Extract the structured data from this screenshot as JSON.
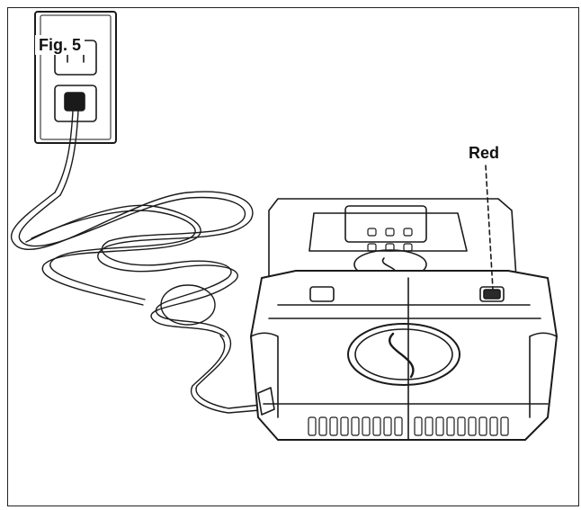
{
  "figure": {
    "label": "Fig. 5",
    "callout": "Red"
  },
  "colors": {
    "line": "#1a1a1a",
    "indicator": "#2a2a2a",
    "background": "#ffffff"
  },
  "icons": [
    "wall-outlet-icon",
    "power-cord",
    "battery-charger",
    "red-indicator-led"
  ]
}
